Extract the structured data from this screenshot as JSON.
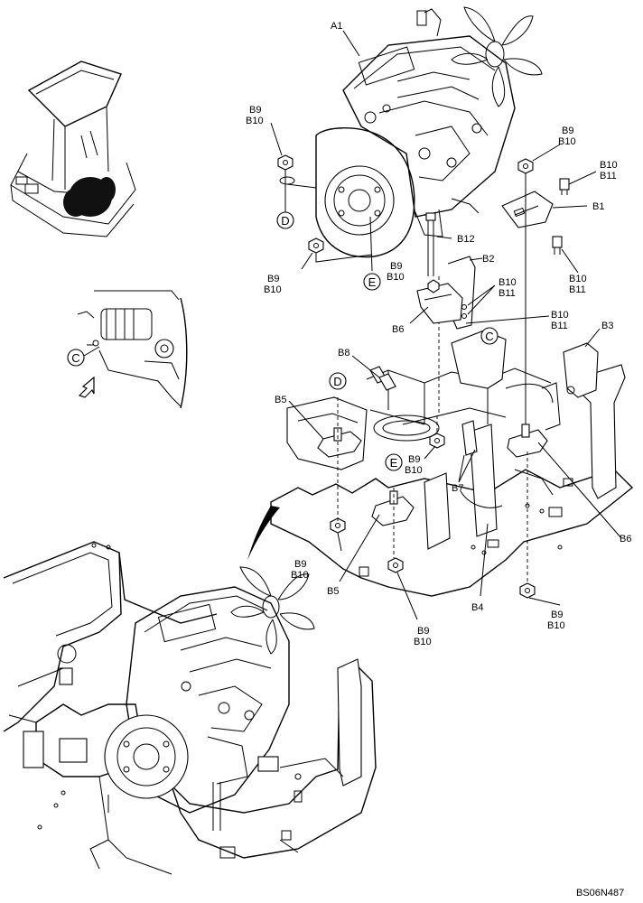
{
  "labels": {
    "a1": "A1",
    "b1": "B1",
    "b2": "B2",
    "b3": "B3",
    "b4": "B4",
    "b5_upper": "B5",
    "b5_lower": "B5",
    "b6_left": "B6",
    "b6_right": "B6",
    "b7": "B7",
    "b8": "B8",
    "b12": "B12",
    "b9_b10_upper_left": [
      "B9",
      "B10"
    ],
    "b9_b10_left_mid": [
      "B9",
      "B10"
    ],
    "b9_b10_right_top": [
      "B9",
      "B10"
    ],
    "b10_b11_right_top": [
      "B10",
      "B11"
    ],
    "b10_b11_right_mid": [
      "B10",
      "B11"
    ],
    "b9_b10_center": [
      "B9",
      "B10"
    ],
    "b10_b11_bracket": [
      "B10",
      "B11"
    ],
    "b10_b11_bracket_low": [
      "B10",
      "B11"
    ],
    "b9_b10_frame_center": [
      "B9",
      "B10"
    ],
    "b9_b10_frame_left": [
      "B9",
      "B10"
    ],
    "b9_b10_frame_bottom": [
      "B9",
      "B10"
    ],
    "b9_b10_frame_right": [
      "B9",
      "B10"
    ]
  },
  "callouts": {
    "c_engine": "C",
    "c_frame": "C",
    "d_engine": "D",
    "d_frame": "D",
    "e_engine": "E",
    "e_frame": "E"
  },
  "drawing_code": "BS06N487"
}
